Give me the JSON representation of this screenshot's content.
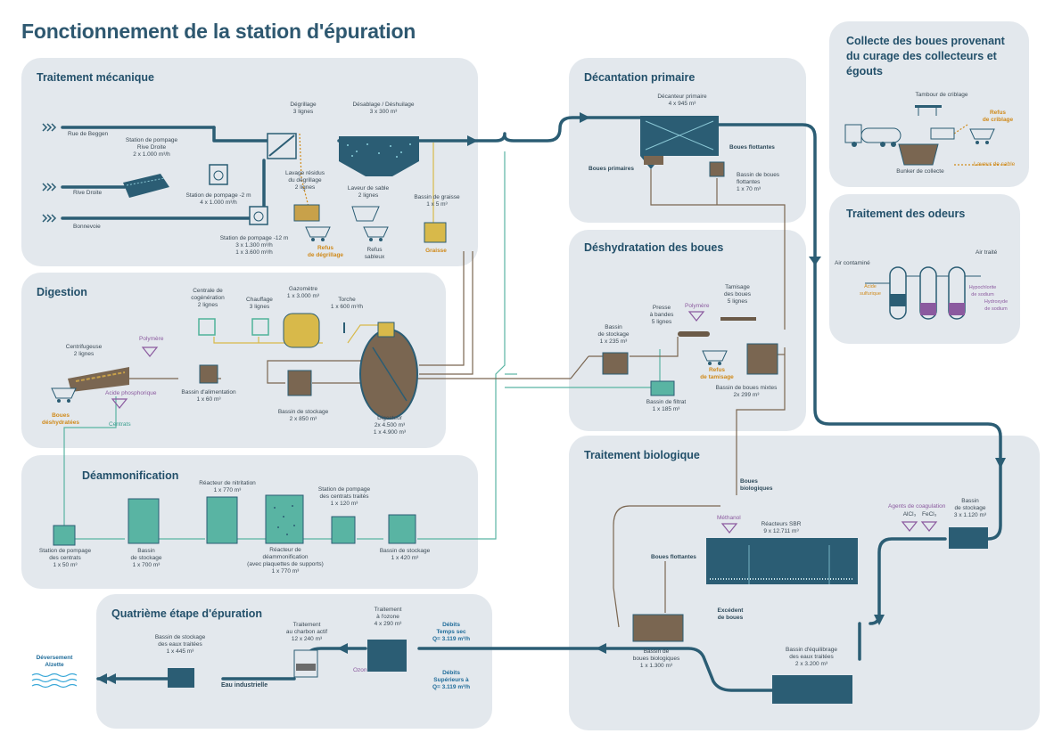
{
  "title": "Fonctionnement de la station d'épuration",
  "panels": {
    "mecanique": "Traitement mécanique",
    "decantation": "Décantation primaire",
    "collecte": "Collecte des boues provenant du curage des collecteurs et égouts",
    "odeurs": "Traitement des odeurs",
    "deshydratation": "Déshydratation des boues",
    "digestion": "Digestion",
    "deammonification": "Déammonification",
    "biologique": "Traitement biologique",
    "quatrieme": "Quatrième étape d'épuration"
  },
  "labels": {
    "rue_beggen": "Rue de Beggen",
    "rive_droite": "Rive Droite",
    "bonnevoie": "Bonnevoie",
    "sp_rive_droite": "Station de pompage\nRive Droite\n2 x 1.000 m³/h",
    "sp_2m": "Station de pompage -2 m\n4 x 1.000 m³/h",
    "sp_12m": "Station de pompage -12 m\n3 x 1.300 m³/h\n1 x 3.600 m³/h",
    "degrillage": "Dégrillage\n3 lignes",
    "lavage": "Lavage résidus\ndu dégrillage\n2 lignes",
    "refus_degrillage": "Refus\nde dégrillage",
    "dessablage": "Désablage / Déshuilage\n3 x 300 m³",
    "laveur_sable": "Laveur de sable\n2 lignes",
    "refus_sableux": "Refus\nsableux",
    "bassin_graisse": "Bassin de graisse\n1 x 5 m³",
    "graisse": "Graisse",
    "decanteur": "Décanteur primaire\n4 x 945 m³",
    "boues_flottantes": "Boues flottantes",
    "boues_primaires": "Boues primaires",
    "bassin_boues_flottantes": "Bassin de boues\nflottantes\n1 x 70 m³",
    "tambour": "Tambour de criblage",
    "refus_criblage": "Refus\nde criblage",
    "bunker": "Bunker de collecte",
    "laveur_sable2": "Laveur de sable",
    "air_contamine": "Air contaminé",
    "air_traite": "Air traité",
    "acide_sulfurique": "Acide\nsulfurique",
    "hypochlorite": "Hypochlorite\nde sodium",
    "hydroxyde": "Hydroxyde\nde sodium",
    "presse": "Presse\nà bandes\n5 lignes",
    "polymere": "Polymère",
    "tamisage": "Tamisage\ndes boues\n5 lignes",
    "bassin_stockage_235": "Bassin\nde stockage\n1 x 235 m³",
    "refus_tamisage": "Refus\nde tamisage",
    "bassin_filtrat": "Bassin de filtrat\n1 x 185 m³",
    "bassin_boues_mixtes": "Bassin de boues mixtes\n2x 299 m³",
    "cogeneration": "Centrale de\ncogénération\n2 lignes",
    "chauffage": "Chauffage\n3 lignes",
    "gazometre": "Gazomètre\n1 x 3.000 m³",
    "torche": "Torche\n1 x 600 m³/h",
    "centrifugeuse": "Centrifugeuse\n2 lignes",
    "polymere2": "Polymère",
    "acide_phos": "Acide phosphorique",
    "boues_deshydratees": "Boues\ndéshydratées",
    "centrats": "Centrats",
    "bassin_alimentation": "Bassin d'alimentation\n1 x 60 m³",
    "bassin_stockage_850": "Bassin de stockage\n2 x 850 m³",
    "digesteur": "Digesteur\n2x 4.500 m³\n1 x 4.900 m³",
    "reacteur_nitritation": "Réacteur de nitritation\n1 x 770 m³",
    "sp_centrats_traites": "Station de pompage\ndes centrats traités\n1 x 120 m³",
    "sp_centrats": "Station de pompage\ndes centrats\n1 x 50 m³",
    "bassin_stockage_700": "Bassin\nde stockage\n1 x 700 m³",
    "reacteur_deam": "Réacteur de\ndéammonification\n(avec plaquettes de supports)\n1 x 770 m³",
    "bassin_stockage_420": "Bassin de stockage\n1 x 420 m³",
    "boues_biologiques": "Boues\nbiologiques",
    "methanol": "Méthanol",
    "reacteurs_sbr": "Réacteurs SBR\n9 x 12.711 m³",
    "boues_flottantes2": "Boues flottantes",
    "excedent": "Excédent\nde boues",
    "bassin_boues_bio": "Bassin de\nboues biologiques\n1 x 1.300 m³",
    "agents": "Agents de coagulation",
    "alcl3": "AlCl₃",
    "fecl3": "FeCl₃",
    "bassin_stockage_1120": "Bassin\nde stockage\n3 x 1.120 m³",
    "bassin_equilibrage": "Bassin d'équilibrage\ndes eaux traitées\n2 x 3.200 m³",
    "traitement_ozone": "Traitement\nà l'ozone\n4 x 290 m³",
    "charbon": "Traitement\nau charbon actif\n12 x 240 m³",
    "bassin_eaux_traitees": "Bassin de stockage\ndes eaux traitées\n1 x 445 m³",
    "ozon": "Ozon",
    "eau_industrielle": "Eau industrielle",
    "debits_sec": "Débits\nTemps sec\nQ= 3.119 m³/h",
    "debits_sup": "Débits\nSupérieurs à\nQ= 3.119 m³/h",
    "deversement": "Déversement\nAlzette"
  },
  "colors": {
    "panel": "#e3e8ed",
    "water": "#2b5d74",
    "sludge": "#6b5a48",
    "process": "#4fb39a",
    "fat": "#d8b94a",
    "accent": "#d08a1a"
  }
}
